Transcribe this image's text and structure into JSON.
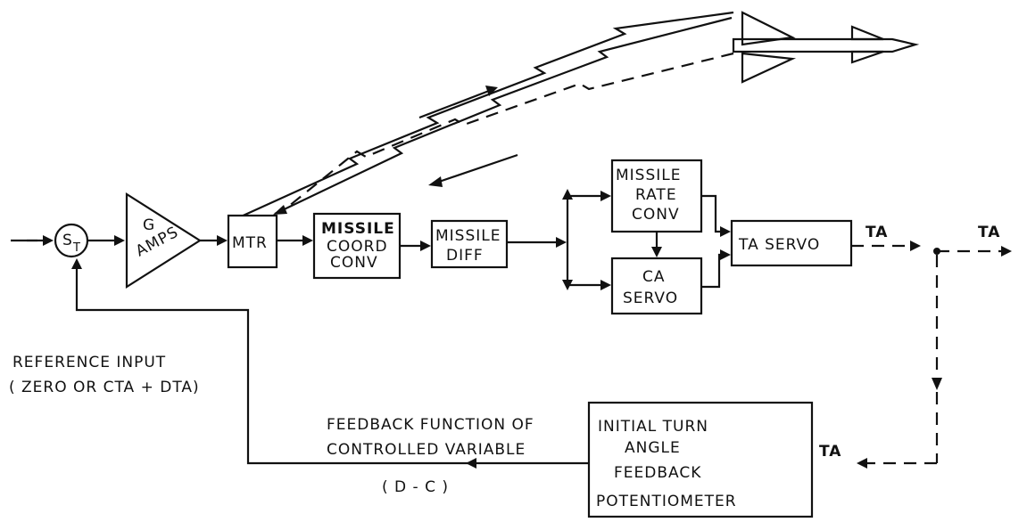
{
  "diagram": {
    "blocks": {
      "summing_junction": {
        "label_main": "S",
        "label_sub": "T"
      },
      "g_amps": {
        "line1": "G",
        "line2": "AMPS"
      },
      "mtr": {
        "label": "MTR"
      },
      "missile_coord_conv": {
        "line1": "MISSILE",
        "line2": "COORD",
        "line3": "CONV"
      },
      "missile_diff": {
        "line1": "MISSILE",
        "line2": "DIFF"
      },
      "missile_rate_conv": {
        "line1": "MISSILE",
        "line2": "RATE",
        "line3": "CONV"
      },
      "ca_servo": {
        "line1": "CA",
        "line2": "SERVO"
      },
      "ta_servo": {
        "label": "TA SERVO"
      },
      "feedback_pot": {
        "line1": "INITIAL  TURN",
        "line2": "ANGLE",
        "line3": "FEEDBACK",
        "line4": "POTENTIOMETER"
      }
    },
    "labels": {
      "ta_out1": "TA",
      "ta_out2": "TA",
      "ta_feedback": "TA",
      "reference_line1": "REFERENCE  INPUT",
      "reference_line2": "( ZERO  OR  CTA + DTA)",
      "feedback_line1": "FEEDBACK   FUNCTION OF",
      "feedback_line2": "CONTROLLED    VARIABLE",
      "feedback_code": "( D - C )"
    }
  }
}
